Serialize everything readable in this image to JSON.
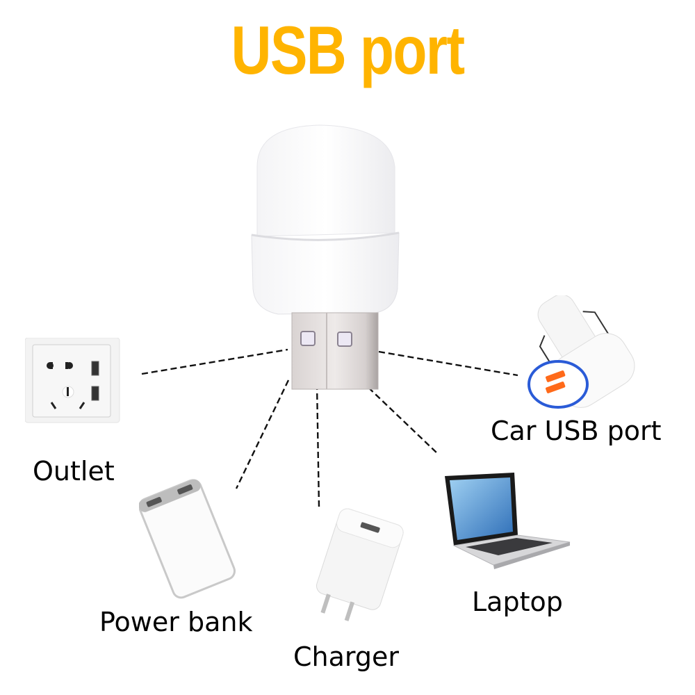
{
  "title": "USB port",
  "colors": {
    "title": "#FFB400",
    "label": "#000000",
    "dash": "#111111",
    "car_ring": "#2a5bd7",
    "car_port": "#ff6a1a",
    "laptop_screen": "#4a93d6"
  },
  "center_device": {
    "name": "USB LED night light"
  },
  "devices": [
    {
      "id": "outlet",
      "label": "Outlet",
      "icon": "wall-outlet-icon"
    },
    {
      "id": "car",
      "label": "Car USB port",
      "icon": "car-charger-icon"
    },
    {
      "id": "powerbank",
      "label": "Power bank",
      "icon": "power-bank-icon"
    },
    {
      "id": "charger",
      "label": "Charger",
      "icon": "wall-charger-icon"
    },
    {
      "id": "laptop",
      "label": "Laptop",
      "icon": "laptop-icon"
    }
  ]
}
